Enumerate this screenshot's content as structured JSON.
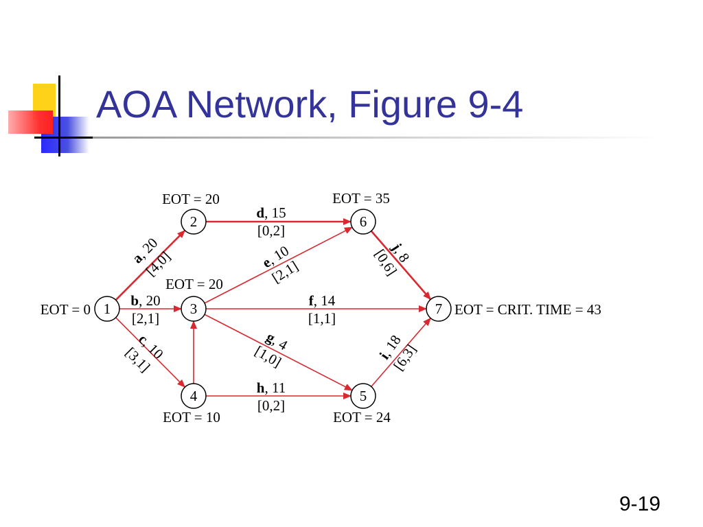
{
  "title": "AOA Network, Figure 9-4",
  "slide_number": "9-19",
  "colors": {
    "title": "#333399",
    "arrow": "#d9282f",
    "node_stroke": "#000000"
  },
  "nodes": [
    {
      "id": "1",
      "label": "1",
      "eot": "EOT = 0"
    },
    {
      "id": "2",
      "label": "2",
      "eot": "EOT = 20"
    },
    {
      "id": "3",
      "label": "3",
      "eot": "EOT = 20"
    },
    {
      "id": "4",
      "label": "4",
      "eot": "EOT = 10"
    },
    {
      "id": "5",
      "label": "5",
      "eot": "EOT = 24"
    },
    {
      "id": "6",
      "label": "6",
      "eot": "EOT = 35"
    },
    {
      "id": "7",
      "label": "7",
      "eot": "EOT = CRIT. TIME = 43"
    }
  ],
  "activities": [
    {
      "id": "a",
      "from": "1",
      "to": "2",
      "name": "a",
      "duration": ", 20",
      "slack": "[4,0]",
      "critical": true
    },
    {
      "id": "b",
      "from": "1",
      "to": "3",
      "name": "b",
      "duration": ", 20",
      "slack": "[2,1]",
      "critical": false
    },
    {
      "id": "c",
      "from": "1",
      "to": "4",
      "name": "c",
      "duration": ", 10",
      "slack": "[3,1]",
      "critical": false
    },
    {
      "id": "d",
      "from": "2",
      "to": "6",
      "name": "d",
      "duration": ", 15",
      "slack": "[0,2]",
      "critical": true
    },
    {
      "id": "e",
      "from": "3",
      "to": "6",
      "name": "e",
      "duration": ", 10",
      "slack": "[2,1]",
      "critical": false
    },
    {
      "id": "f",
      "from": "3",
      "to": "7",
      "name": "f",
      "duration": ", 14",
      "slack": "[1,1]",
      "critical": false
    },
    {
      "id": "g",
      "from": "3",
      "to": "5",
      "name": "g",
      "duration": ", 4",
      "slack": "[1,0]",
      "critical": false
    },
    {
      "id": "h",
      "from": "4",
      "to": "5",
      "name": "h",
      "duration": ", 11",
      "slack": "[0,2]",
      "critical": false
    },
    {
      "id": "i",
      "from": "5",
      "to": "7",
      "name": "i",
      "duration": ", 18",
      "slack": "[6,3]",
      "critical": false
    },
    {
      "id": "j",
      "from": "6",
      "to": "7",
      "name": "j",
      "duration": ", 8",
      "slack": "[0,6]",
      "critical": true
    },
    {
      "id": "k",
      "from": "4",
      "to": "3",
      "name": "",
      "duration": "",
      "slack": "",
      "critical": false
    }
  ]
}
